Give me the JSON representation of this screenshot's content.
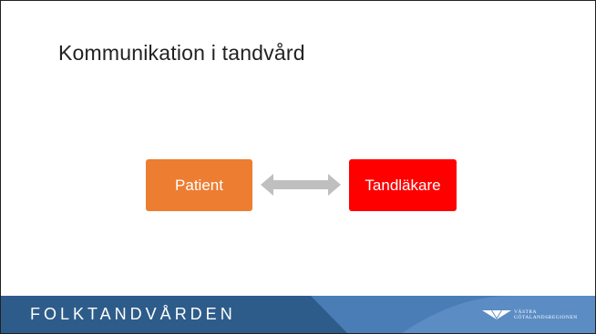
{
  "slide": {
    "title": "Kommunikation i tandvård"
  },
  "diagram": {
    "left_box": {
      "label": "Patient",
      "color": "#ED7D31"
    },
    "right_box": {
      "label": "Tandläkare",
      "color": "#FF0000"
    },
    "arrow": {
      "direction": "bidirectional",
      "color": "#BFBFBF"
    }
  },
  "footer": {
    "brand": "FOLKTANDVÅRDEN",
    "logo_line1": "VÄSTRA",
    "logo_line2": "GÖTALANDSREGIONEN",
    "band_colors": [
      "#2E5C8A",
      "#4A7DB5",
      "#5B8CC4"
    ]
  }
}
